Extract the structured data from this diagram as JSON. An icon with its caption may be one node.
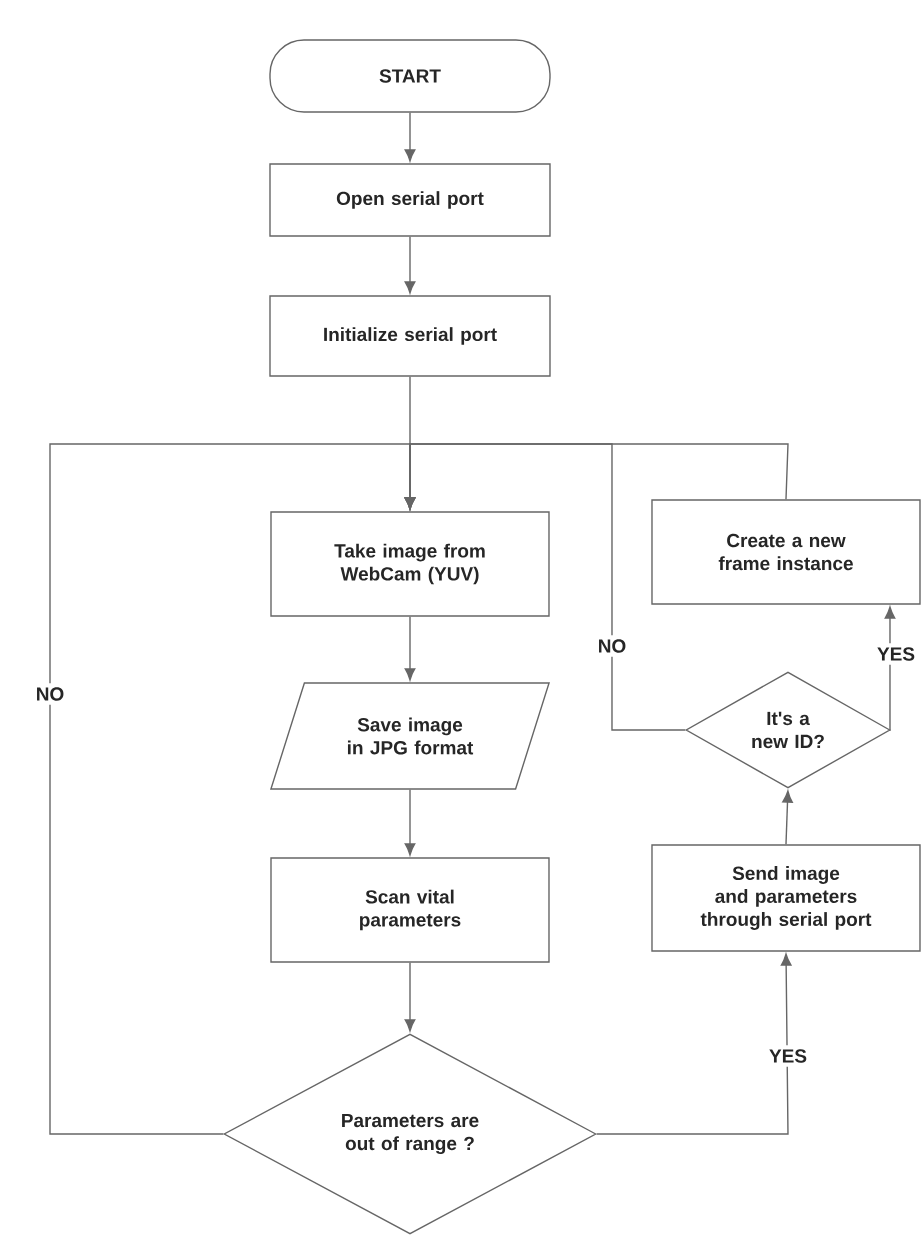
{
  "diagram": {
    "nodes": [
      {
        "text": [
          "START"
        ]
      },
      {
        "text": [
          "Open serial port"
        ]
      },
      {
        "text": [
          "Initialize serial port"
        ]
      },
      {
        "text": [
          "Take image from WebCam (YUV)"
        ]
      },
      {
        "text": [
          "Save image in JPG format"
        ]
      },
      {
        "text": [
          "Scan vital parameters"
        ]
      },
      {
        "text": [
          "Parameters are out of range ?"
        ]
      },
      {
        "text": [
          "Send image and parameters through serial port"
        ]
      },
      {
        "text": [
          "It's a new ID?"
        ]
      },
      {
        "text": [
          "Create a new frame instance"
        ]
      }
    ],
    "edges": [
      {
        "from": 0,
        "to": 1,
        "arrow": "to"
      },
      {
        "from": 1,
        "to": 2,
        "arrow": "to"
      },
      {
        "from": 2,
        "to": 3,
        "arrow": "to"
      },
      {
        "from": 3,
        "to": 4,
        "arrow": "to"
      },
      {
        "from": 4,
        "to": 5,
        "arrow": "to"
      },
      {
        "from": 5,
        "to": 6,
        "arrow": "to"
      },
      {
        "from": 6,
        "to": 3,
        "arrow": "to",
        "label": "NO"
      },
      {
        "from": 6,
        "to": 7,
        "arrow": "to",
        "label": "YES"
      },
      {
        "from": 7,
        "to": 8,
        "arrow": "to"
      },
      {
        "from": 8,
        "to": 3,
        "arrow": "to",
        "label": "NO"
      },
      {
        "from": 8,
        "to": 9,
        "arrow": "to",
        "label": "YES"
      },
      {
        "from": 9,
        "to": 3,
        "arrow": "to"
      }
    ]
  }
}
